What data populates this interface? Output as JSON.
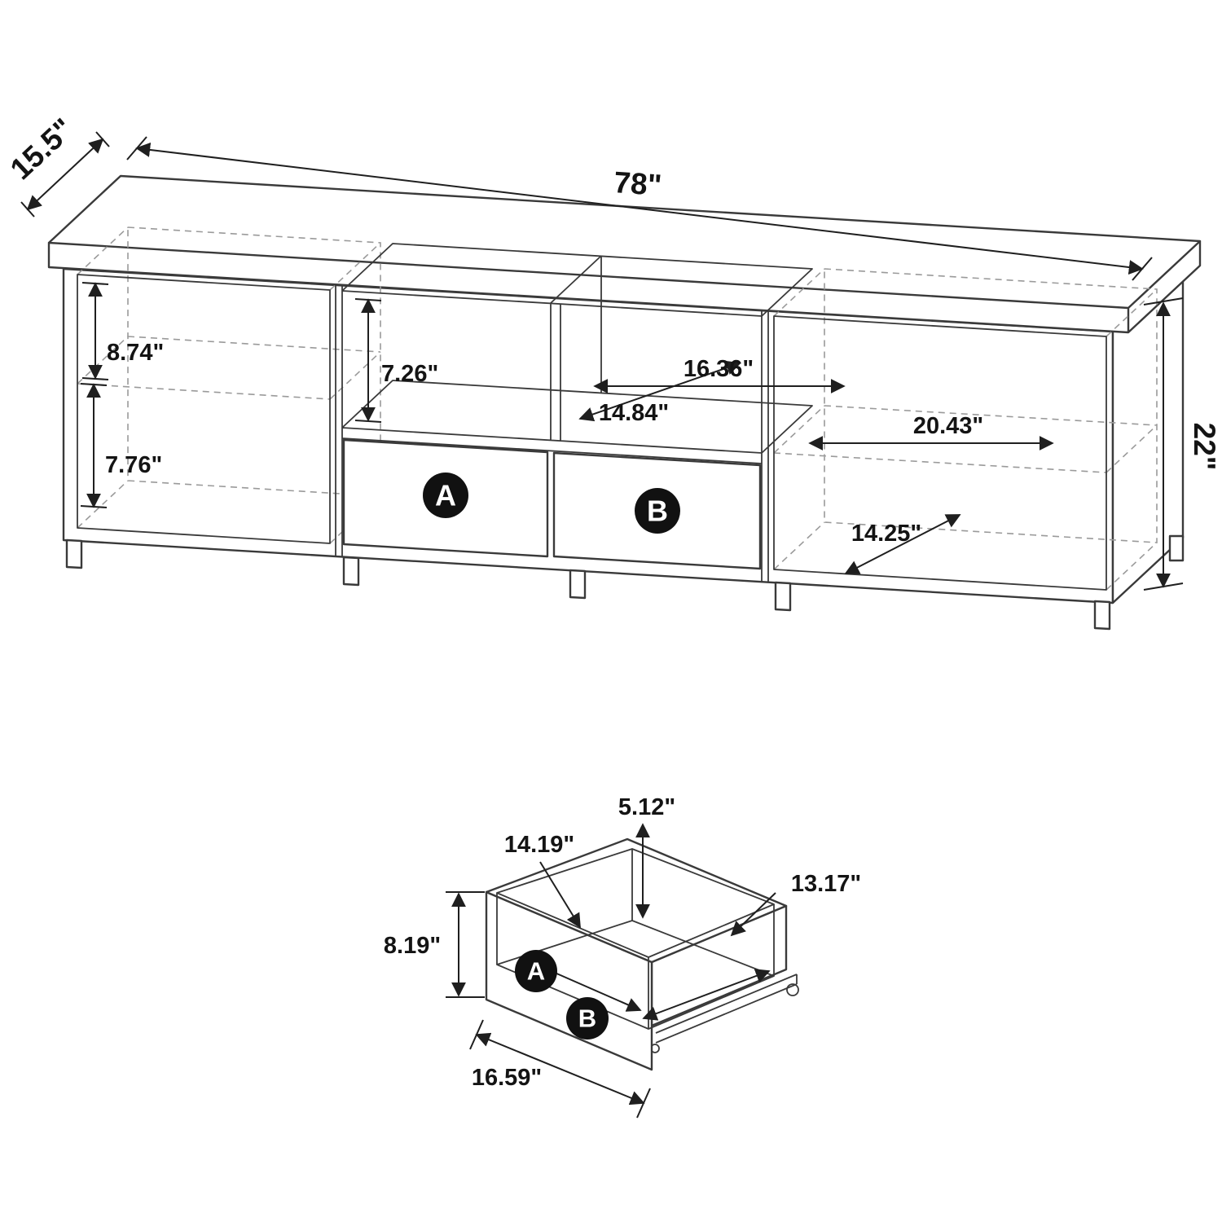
{
  "tv": {
    "width": "78\"",
    "depth": "15.5\"",
    "height": "22\"",
    "left_upper_height": "8.74\"",
    "left_lower_height": "7.76\"",
    "center_shelf_height": "7.26\"",
    "center_shelf_depth": "14.84\"",
    "center_shelf_width": "16.36\"",
    "right_shelf_width": "20.43\"",
    "right_shelf_depth": "14.25\"",
    "drawer_a_label": "A",
    "drawer_b_label": "B"
  },
  "drawer": {
    "inner_height": "5.12\"",
    "inner_width": "14.19\"",
    "inner_depth": "13.17\"",
    "front_height": "8.19\"",
    "front_width": "16.59\"",
    "label_a": "A",
    "label_b": "B"
  }
}
